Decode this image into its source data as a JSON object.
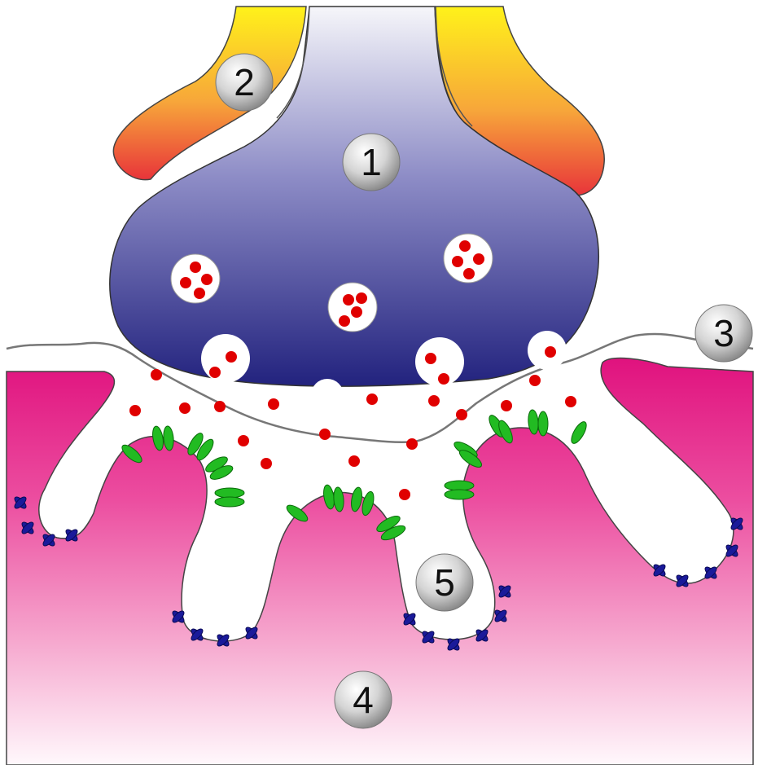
{
  "labels": {
    "presynaptic_terminal": "1",
    "glial_cell": "2",
    "synaptic_cleft_boundary": "3",
    "muscle_fiber": "4",
    "junctional_fold": "5"
  },
  "colors": {
    "presynaptic_top": "#f4f4f8",
    "presynaptic_bottom": "#2a2a8a",
    "glia_top": "#ffe81a",
    "glia_bottom": "#e83a3a",
    "muscle_top": "#e0127a",
    "muscle_bottom": "#fff6fa",
    "neurotransmitter": "#e00000",
    "receptor": "#22bb22",
    "acetylcholinesterase": "#1a1a9a",
    "outline": "#333333"
  }
}
